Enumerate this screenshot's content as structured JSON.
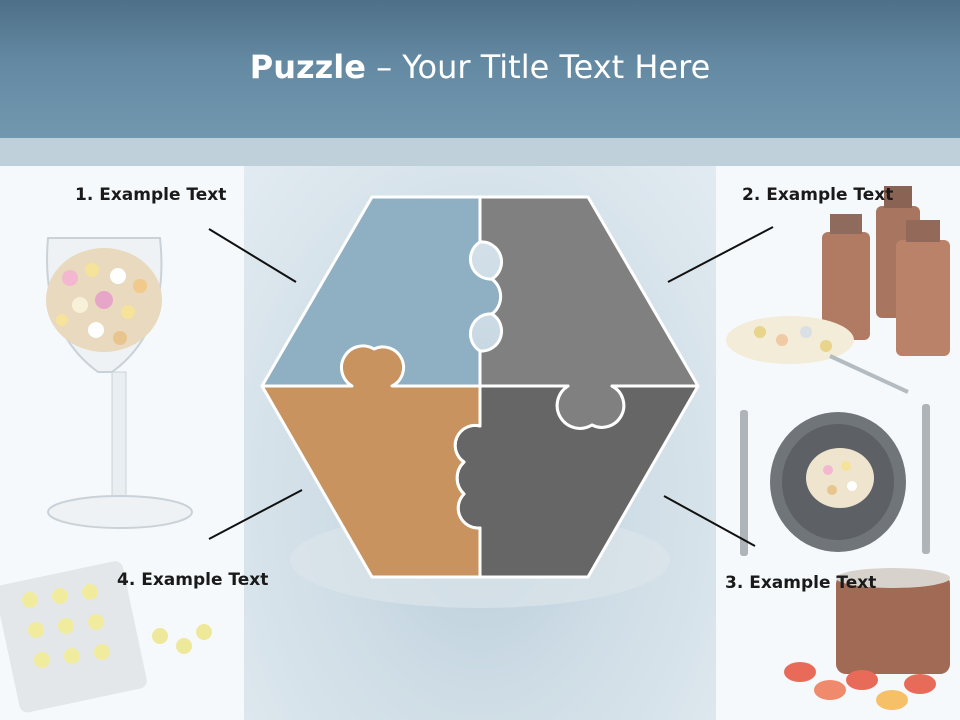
{
  "title": {
    "bold": "Puzzle",
    "rest": " – Your Title Text Here"
  },
  "labels": {
    "item1": "1. Example Text",
    "item2": "2. Example Text",
    "item3": "3. Example Text",
    "item4": "4. Example Text"
  },
  "colors": {
    "piece_top_left": "#8fafc3",
    "piece_top_right": "#808080",
    "piece_bottom_right": "#666666",
    "piece_bottom_left": "#c8935f",
    "title_bar": "#6489a2"
  }
}
